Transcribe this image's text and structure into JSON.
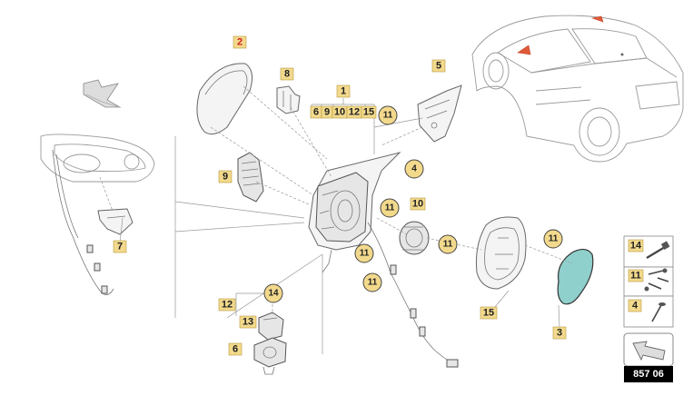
{
  "labels": {
    "l2": "2",
    "l8": "8",
    "l1": "1",
    "l6": "6",
    "l9": "9",
    "l10a": "10",
    "l12a": "12",
    "l15a": "15",
    "l5": "5",
    "l4": "4",
    "l9b": "9",
    "l7": "7",
    "l10": "10",
    "l15": "15",
    "l3": "3",
    "l12": "12",
    "l13": "13",
    "l6b": "6",
    "l14": "14",
    "l11": "11",
    "l4leg": "4"
  },
  "circles": {
    "c11a": "11",
    "c4": "4",
    "c11b": "11",
    "c11c": "11",
    "c11d": "11",
    "c11e": "11",
    "c11f": "11",
    "c14": "14"
  },
  "legend_ids": [
    "14",
    "11",
    "4"
  ],
  "part_number": "857 06",
  "colors": {
    "tag_fill": "#f2d98c",
    "highlight_text": "#d31f1f",
    "glass": "#8fcfcc",
    "accent_marker": "#e05a3a"
  }
}
